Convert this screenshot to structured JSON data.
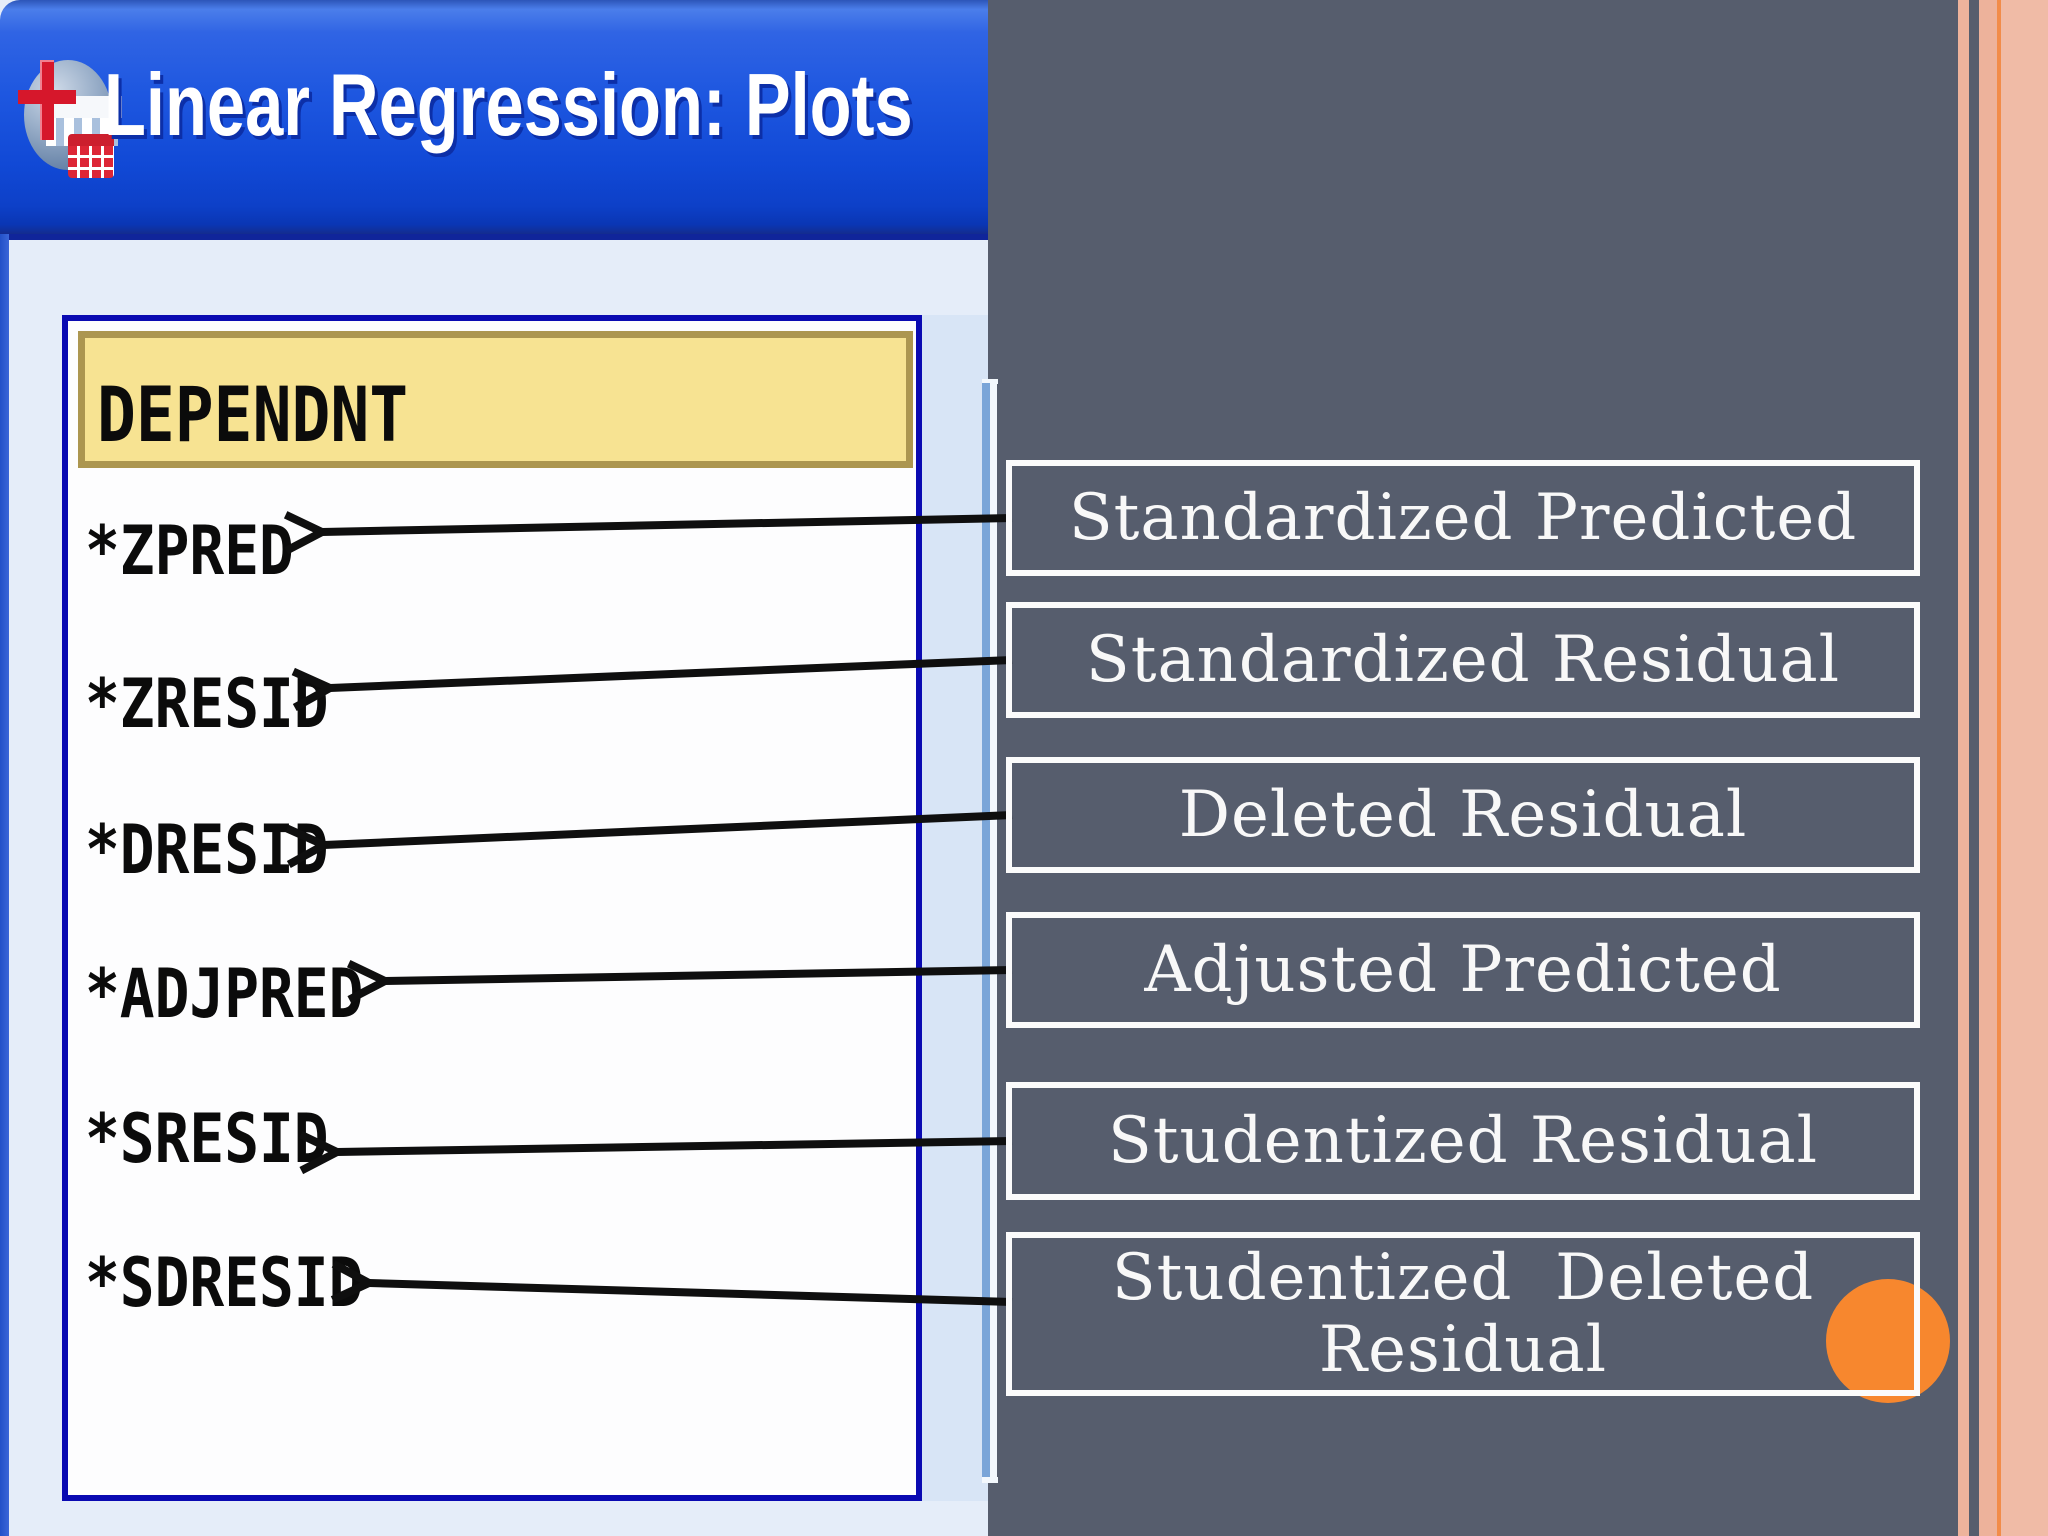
{
  "window": {
    "title": "Linear Regression: Plots",
    "icon": "spss-linear-regression-icon"
  },
  "list": {
    "selected": "DEPENDNT",
    "items": [
      "*ZPRED",
      "*ZRESID",
      "*DRESID",
      "*ADJPRED",
      "*SRESID",
      "*SDRESID"
    ]
  },
  "labels": [
    {
      "text": "Standardized Predicted"
    },
    {
      "text": "Standardized Residual"
    },
    {
      "text": "Deleted Residual"
    },
    {
      "text": "Adjusted Predicted"
    },
    {
      "text": "Studentized Residual"
    },
    {
      "text": "Studentized  Deleted",
      "text2": "Residual"
    }
  ],
  "colors": {
    "panel_gray": "#565d6d",
    "dialog_blue": "#e5edf9",
    "titlebar_blue": "#1149d6",
    "listbox_border_blue": "#0a0ab2",
    "selection_yellow": "#f7e392",
    "selection_border_tan": "#ac9650",
    "annotation_border_white": "#fbfbfb",
    "arrow_black": "#0f0f0f",
    "accent_orange": "#f7872e",
    "stripe_salmon": "#eeb39c",
    "stripe_orange": "#f28c4a"
  }
}
